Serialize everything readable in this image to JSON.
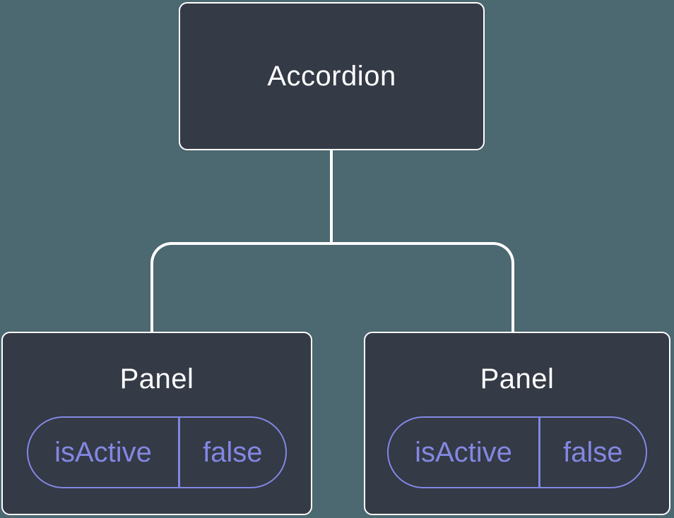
{
  "tree": {
    "root": {
      "label": "Accordion"
    },
    "children": [
      {
        "label": "Panel",
        "state": {
          "key": "isActive",
          "value": "false"
        }
      },
      {
        "label": "Panel",
        "state": {
          "key": "isActive",
          "value": "false"
        }
      }
    ]
  },
  "colors": {
    "canvas_background": "#4C6871",
    "node_fill": "#343A46",
    "node_border": "#FFFFFF",
    "node_label": "#FFFFFF",
    "connector": "#FFFFFF",
    "state_accent": "#8387E2"
  }
}
